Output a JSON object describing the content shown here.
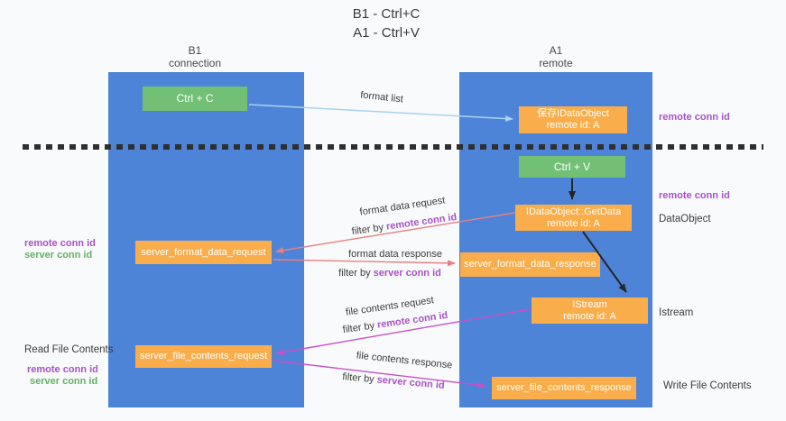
{
  "title": [
    "B1 - Ctrl+C",
    "A1 - Ctrl+V"
  ],
  "columns": [
    {
      "name": "B1",
      "role": "connection"
    },
    {
      "name": "A1",
      "role": "remote"
    }
  ],
  "boxes": {
    "ctrl_c": "Ctrl + C",
    "save_idataobject": {
      "title": "保存IDataObject",
      "subtitle": "remote id: A"
    },
    "ctrl_v": "Ctrl + V",
    "idataobject_getdata": {
      "title": "IDataObject::GetData",
      "subtitle": "remote id: A"
    },
    "server_format_data_request": "server_format_data_request",
    "server_format_data_response": "server_format_data_response",
    "istream": {
      "title": "IStream",
      "subtitle": "remote id: A"
    },
    "server_file_contents_request": "server_file_contents_request",
    "server_file_contents_response": "server_file_contents_response"
  },
  "left_annotations": {
    "format": {
      "remote": "remote conn id",
      "server": "server conn id"
    },
    "file": {
      "heading": "Read File Contents",
      "remote": "remote conn id",
      "server": "server conn id"
    }
  },
  "right_annotations": {
    "top_remote_conn_id": "remote conn id",
    "mid_remote_conn_id": "remote conn id",
    "dataobject": "DataObject",
    "istream": "Istream",
    "write_file_contents": "Write File Contents"
  },
  "arrows": {
    "format_list": "format list",
    "format_request": {
      "label": "format data request",
      "filter_prefix": "filter by ",
      "filter_key": "remote conn id"
    },
    "format_response": {
      "label": "format data response",
      "filter_prefix": "filter by ",
      "filter_key": "server conn id"
    },
    "file_request": {
      "label": "file contents request",
      "filter_prefix": "filter by ",
      "filter_key": "remote conn id"
    },
    "file_response": {
      "label": "file contents response",
      "filter_prefix": "filter by ",
      "filter_key": "server conn id"
    }
  },
  "colors": {
    "lifeline_blue": "#4e84d8",
    "box_orange": "#f9ad4b",
    "box_green": "#72c076",
    "arrow_salmon": "#e88080",
    "arrow_magenta": "#c84fc8",
    "arrow_lightblue": "#a8d2f0",
    "arrow_black": "#262626",
    "label_purple": "#a852c8",
    "label_green": "#64b264",
    "dashed_divider": "#2f2f2f"
  }
}
